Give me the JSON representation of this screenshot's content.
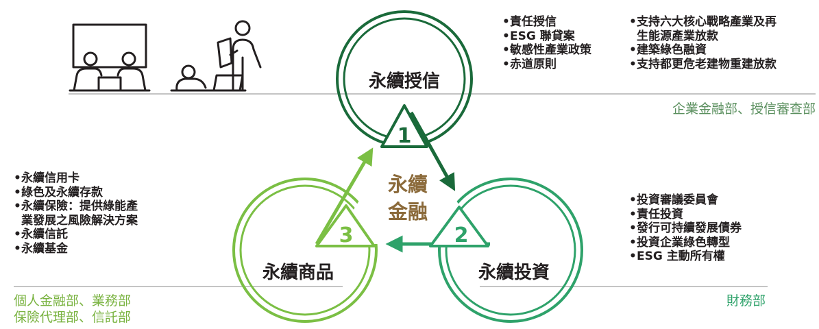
{
  "colors": {
    "dark_green": "#1a6a3a",
    "mid_green": "#2ea26a",
    "light_green": "#7bbf44",
    "center_brown": "#8b6a3a",
    "dept_dark": "#5a8f5e",
    "dept_light": "#7ab341",
    "rule": "#8a8a8a"
  },
  "icons": [
    "meeting-people-icon",
    "presenter-icon"
  ],
  "circles": {
    "credit": {
      "title": "永續授信",
      "number": "1"
    },
    "investment": {
      "title": "永續投資",
      "number": "2"
    },
    "product": {
      "title": "永續商品",
      "number": "3"
    }
  },
  "center": {
    "line1": "永續",
    "line2": "金融"
  },
  "bullets": {
    "credit_left": [
      "責任授信",
      "ESG 聯貸案",
      "敏感性產業政策",
      "赤道原則"
    ],
    "credit_right": [
      {
        "line1": "支持六大核心戰略產業及再",
        "line2": "生能源產業放款"
      },
      {
        "line1": "建築綠色融資"
      },
      {
        "line1": "支持都更危老建物重建放款"
      }
    ],
    "product": [
      {
        "line1": "永續信用卡"
      },
      {
        "line1": "綠色及永續存款"
      },
      {
        "line1": "永續保險：提供綠能產",
        "line2": "業發展之風險解決方案"
      },
      {
        "line1": "永續信託"
      },
      {
        "line1": "永續基金"
      }
    ],
    "investment": [
      "投資審議委員會",
      "責任投資",
      "發行可持續發展債券",
      "投資企業綠色轉型",
      "ESG 主動所有權"
    ]
  },
  "departments": {
    "credit": "企業金融部、授信審查部",
    "product_line1": "個人金融部、業務部",
    "product_line2": "保險代理部、信託部",
    "investment": "財務部"
  }
}
